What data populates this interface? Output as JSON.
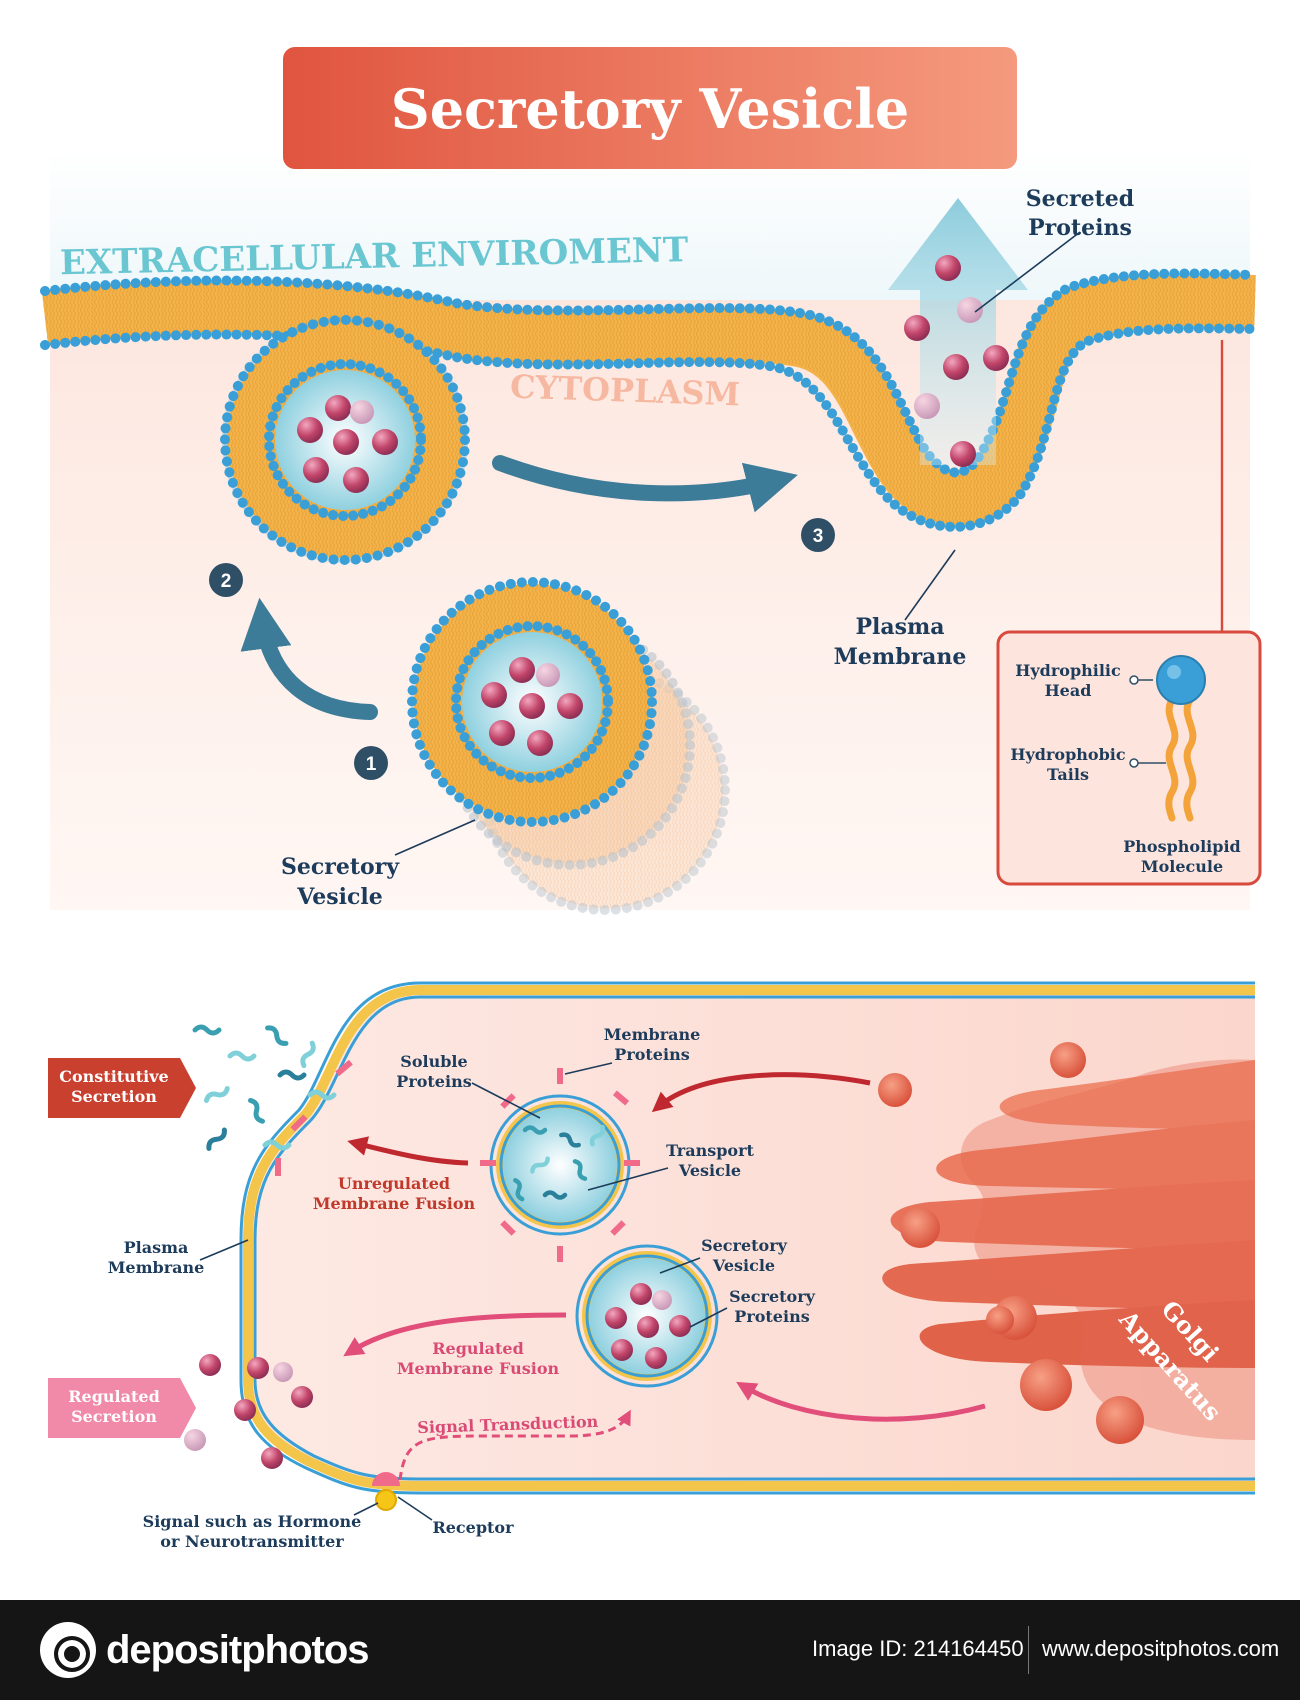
{
  "title": "Secretory Vesicle",
  "top": {
    "extracellular": "EXTRACELLULAR ENVIROMENT",
    "cytoplasm": "CYTOPLASM",
    "secreted_proteins": [
      "Secreted",
      "Proteins"
    ],
    "plasma_membrane": [
      "Plasma",
      "Membrane"
    ],
    "secretory_vesicle": [
      "Secretory",
      "Vesicle"
    ],
    "steps": [
      "1",
      "2",
      "3"
    ],
    "inset": {
      "head": [
        "Hydrophilic",
        "Head"
      ],
      "tails": [
        "Hydrophobic",
        "Tails"
      ],
      "molecule": [
        "Phospholipid",
        "Molecule"
      ]
    }
  },
  "bottom": {
    "constitutive": [
      "Constitutive",
      "Secretion"
    ],
    "regulated": [
      "Regulated",
      "Secretion"
    ],
    "soluble_proteins": [
      "Soluble",
      "Proteins"
    ],
    "membrane_proteins": [
      "Membrane",
      "Proteins"
    ],
    "transport_vesicle": [
      "Transport",
      "Vesicle"
    ],
    "unregulated_fusion": [
      "Unregulated",
      "Membrane Fusion"
    ],
    "plasma_membrane": [
      "Plasma",
      "Membrane"
    ],
    "secretory_vesicle": [
      "Secretory",
      "Vesicle"
    ],
    "secretory_proteins": [
      "Secretory",
      "Proteins"
    ],
    "regulated_fusion": [
      "Regulated",
      "Membrane Fusion"
    ],
    "golgi": [
      "Golgi",
      "Apparatus"
    ],
    "signal_transduction": "Signal Transduction",
    "signal": [
      "Signal such as Hormone",
      "or Neurotransmitter"
    ],
    "receptor": "Receptor"
  },
  "footer": {
    "brand": "depositphotos",
    "image_id": "Image ID: 214164450",
    "site": "www.depositphotos.com"
  },
  "colors": {
    "title_banner": "#e86a4f",
    "membrane_head": "#3a9fd6",
    "membrane_tail": "#f3b24a",
    "cytoplasm": "#fbe0d8",
    "protein": "#c2456a",
    "arrow": "#3c7c99",
    "red_arrow": "#c0282f",
    "pink_arrow": "#e14e79",
    "golgi": "#e5674f"
  }
}
